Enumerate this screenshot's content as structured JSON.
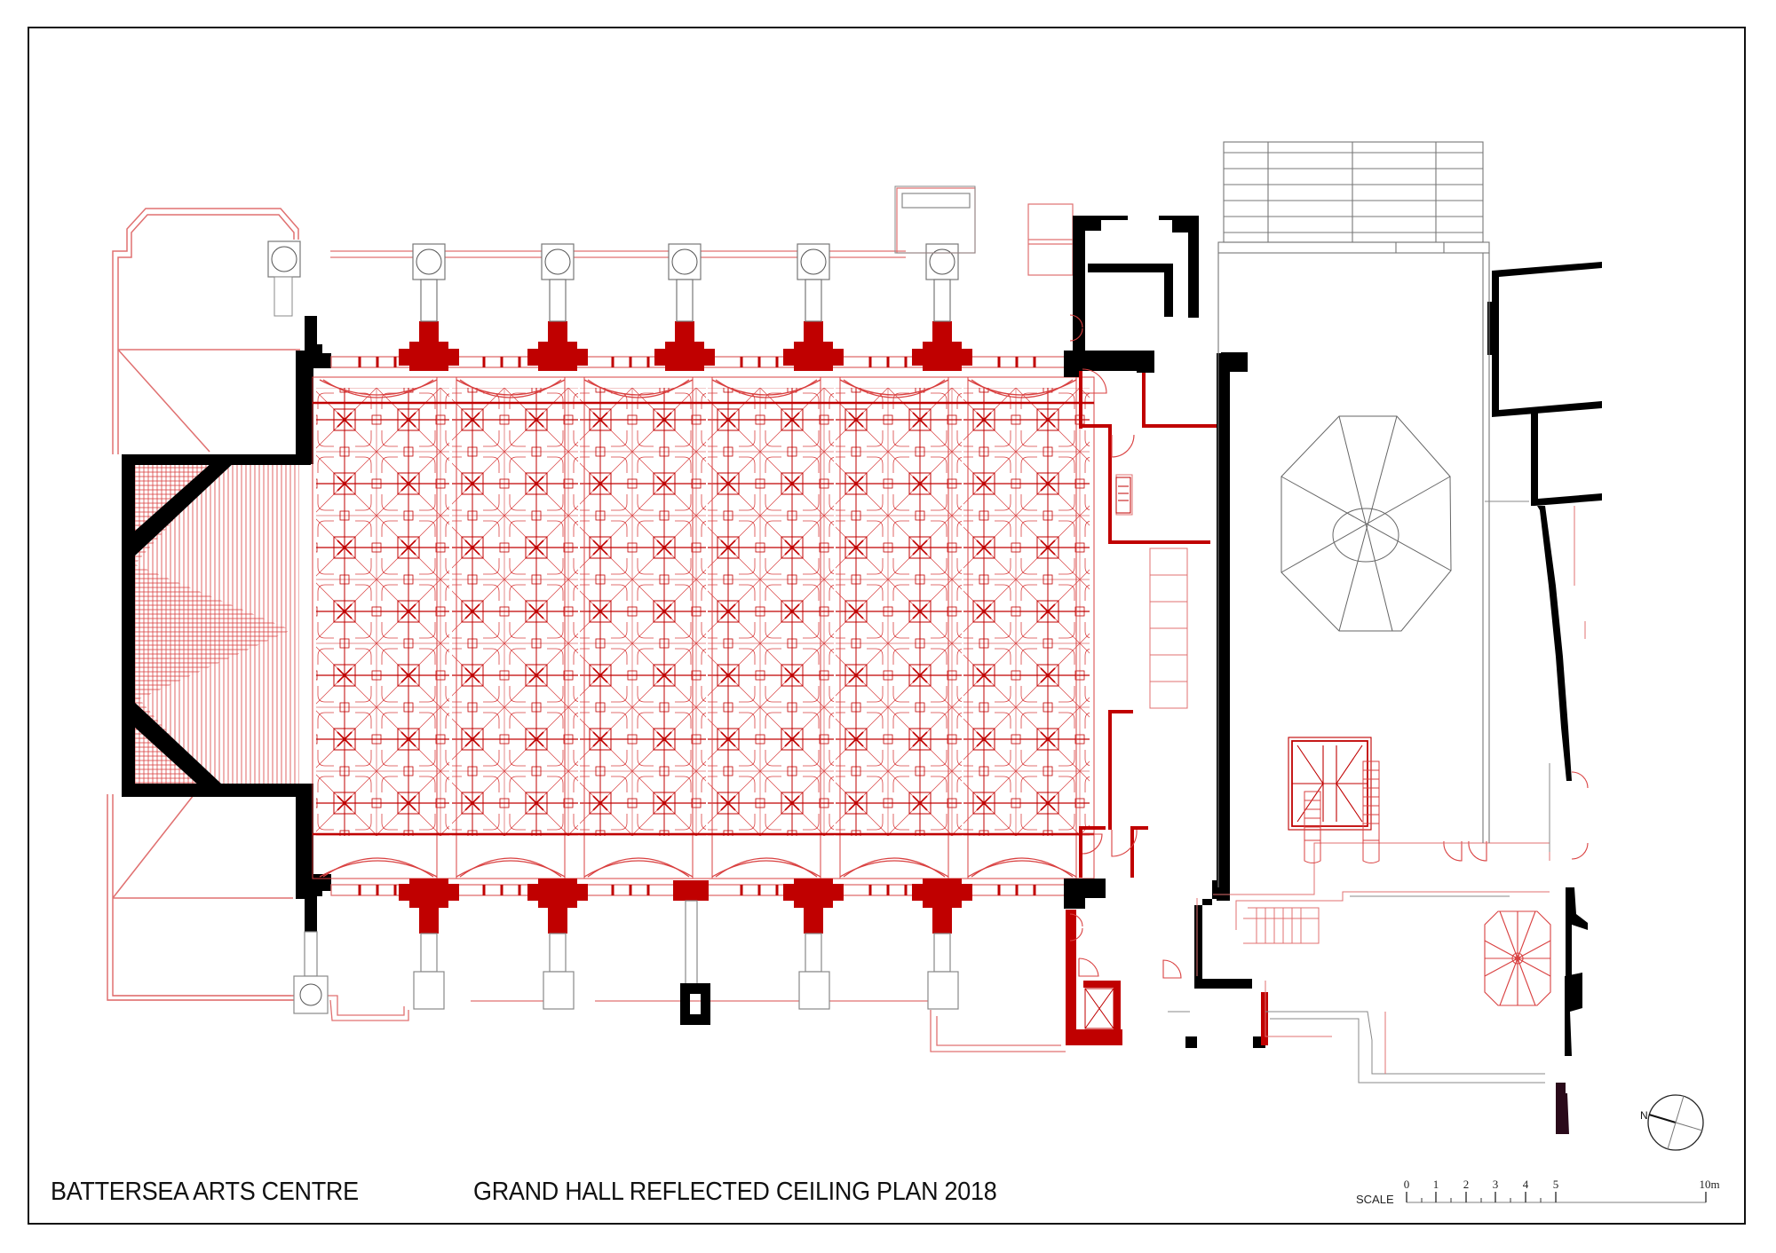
{
  "drawing": {
    "project": "BATTERSEA ARTS CENTRE",
    "sheet_title": "GRAND HALL REFLECTED CEILING PLAN 2018",
    "colors": {
      "frame": "#111111",
      "existing_structure": "#000000",
      "ceiling_plan": "#c00000",
      "ceiling_line": "#d94040",
      "background_lines": "#777777"
    }
  },
  "scale_bar": {
    "label": "SCALE",
    "ticks": [
      "0",
      "1",
      "2",
      "3",
      "4",
      "5",
      "10m"
    ]
  },
  "north_arrow": {
    "label": "N",
    "icon": "north-arrow-icon"
  },
  "plan": {
    "hall_bays": 6,
    "top_columns": 6,
    "bottom_columns": 6,
    "features": [
      "coffered-ceiling-grid",
      "octagonal-skylight",
      "spiral-staircase",
      "roof-lantern",
      "stair-flights",
      "door-swings"
    ]
  }
}
